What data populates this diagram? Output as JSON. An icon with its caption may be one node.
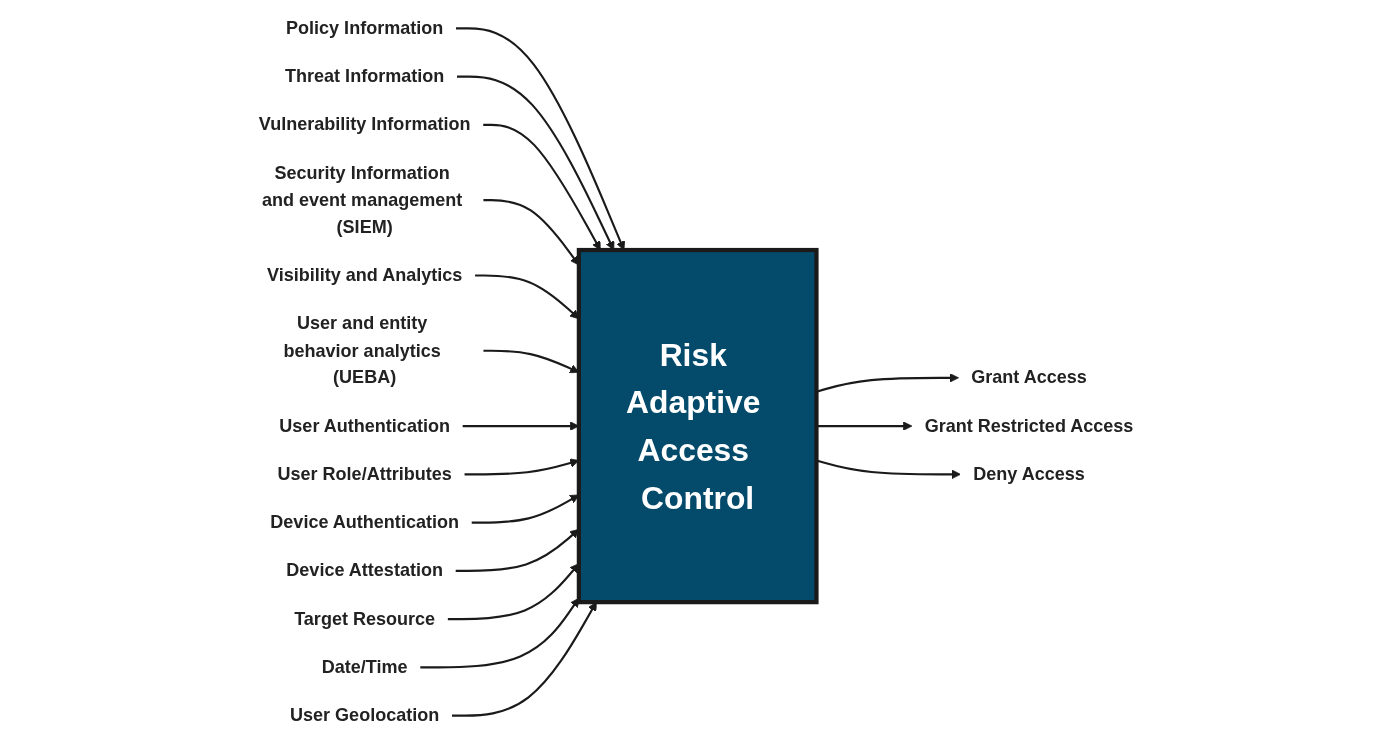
{
  "diagram": {
    "nodes": [
      {
        "text": [
          "Policy Information"
        ]
      },
      {
        "text": [
          "Threat Information"
        ]
      },
      {
        "text": [
          "Vulnerability Information"
        ]
      },
      {
        "text": [
          "Security Information and event management (SIEM)"
        ]
      },
      {
        "text": [
          "Visibility and Analytics"
        ]
      },
      {
        "text": [
          "User and entity behavior analytics (UEBA)"
        ]
      },
      {
        "text": [
          "Risk Adaptive Access Control"
        ]
      },
      {
        "text": [
          "User Authentication"
        ]
      },
      {
        "text": [
          "User Role/Attributes"
        ]
      },
      {
        "text": [
          "Device Authentication"
        ]
      },
      {
        "text": [
          "Device Attestation"
        ]
      },
      {
        "text": [
          "Target Resource"
        ]
      },
      {
        "text": [
          "Date/Time"
        ]
      },
      {
        "text": [
          "User Geolocation"
        ]
      },
      {
        "text": [
          "Grant Access"
        ]
      },
      {
        "text": [
          "Grant Restricted Access"
        ]
      },
      {
        "text": [
          "Deny Access"
        ]
      }
    ],
    "edges": [
      {
        "from": 0,
        "to": 6,
        "arrow": "to"
      },
      {
        "from": 1,
        "to": 6,
        "arrow": "to"
      },
      {
        "from": 2,
        "to": 6,
        "arrow": "to"
      },
      {
        "from": 3,
        "to": 6,
        "arrow": "to"
      },
      {
        "from": 4,
        "to": 6,
        "arrow": "to"
      },
      {
        "from": 5,
        "to": 6,
        "arrow": "to"
      },
      {
        "from": 7,
        "to": 6,
        "arrow": "to"
      },
      {
        "from": 8,
        "to": 6,
        "arrow": "to"
      },
      {
        "from": 9,
        "to": 6,
        "arrow": "to"
      },
      {
        "from": 10,
        "to": 6,
        "arrow": "to"
      },
      {
        "from": 11,
        "to": 6,
        "arrow": "to"
      },
      {
        "from": 12,
        "to": 6,
        "arrow": "to"
      },
      {
        "from": 13,
        "to": 6,
        "arrow": "to"
      },
      {
        "from": 6,
        "to": 14,
        "arrow": "to"
      },
      {
        "from": 6,
        "to": 15,
        "arrow": "to"
      },
      {
        "from": 6,
        "to": 16,
        "arrow": "to"
      }
    ]
  }
}
